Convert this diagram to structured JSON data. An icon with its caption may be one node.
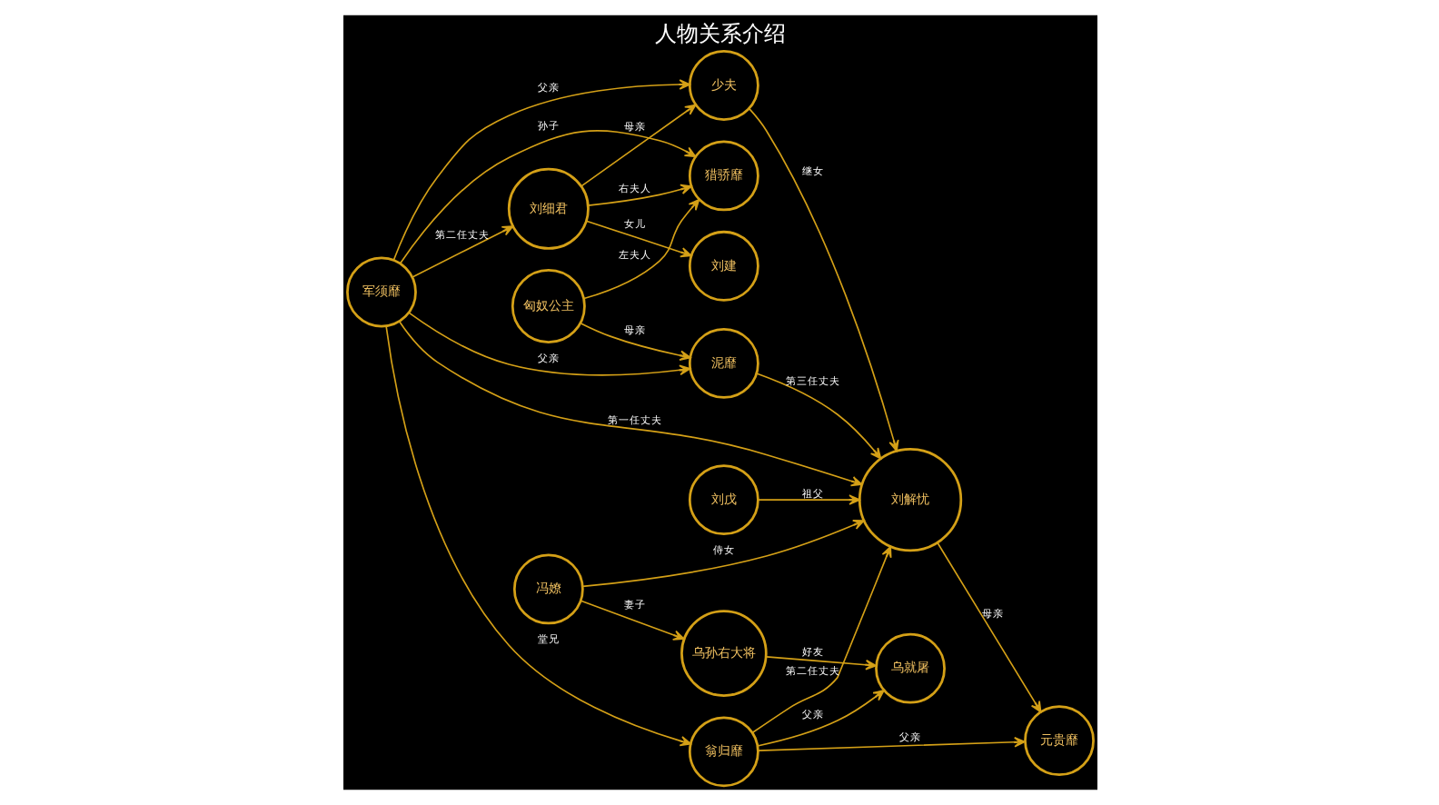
{
  "diagram": {
    "title": "人物关系介绍",
    "nodes": [
      {
        "text": [
          "匈奴公主"
        ]
      },
      {
        "text": [
          "猎骄靡"
        ]
      },
      {
        "text": [
          "刘建"
        ]
      },
      {
        "text": [
          "刘细君"
        ]
      },
      {
        "text": [
          "刘戊"
        ]
      },
      {
        "text": [
          "少夫"
        ]
      },
      {
        "text": [
          "刘解忧"
        ]
      },
      {
        "text": [
          "冯嫽"
        ]
      },
      {
        "text": [
          "乌孙右大将"
        ]
      },
      {
        "text": [
          "军须靡"
        ]
      },
      {
        "text": [
          "翁归靡"
        ]
      },
      {
        "text": [
          "泥靡"
        ]
      },
      {
        "text": [
          "元贵靡"
        ]
      },
      {
        "text": [
          "乌就屠"
        ]
      }
    ],
    "edges": [
      {
        "from": 0,
        "to": 1,
        "arrow": "to",
        "label": "左夫人"
      },
      {
        "from": 3,
        "to": 2,
        "arrow": "to",
        "label": "女儿"
      },
      {
        "from": 3,
        "to": 1,
        "arrow": "to",
        "label": "右夫人"
      },
      {
        "from": 3,
        "to": 5,
        "arrow": "to",
        "label": "母亲"
      },
      {
        "from": 9,
        "to": 1,
        "arrow": "to",
        "label": "孙子"
      },
      {
        "from": 9,
        "to": 3,
        "arrow": "to",
        "label": "第二任丈夫"
      },
      {
        "from": 9,
        "to": 5,
        "arrow": "to",
        "label": "父亲"
      },
      {
        "from": 5,
        "to": 6,
        "arrow": "to",
        "label": "继女"
      },
      {
        "from": 9,
        "to": 6,
        "arrow": "to",
        "label": "第一任丈夫"
      },
      {
        "from": 9,
        "to": 10,
        "arrow": "to",
        "label": "堂兄"
      },
      {
        "from": 0,
        "to": 11,
        "arrow": "to",
        "label": "母亲"
      },
      {
        "from": 9,
        "to": 11,
        "arrow": "to",
        "label": "父亲"
      },
      {
        "from": 11,
        "to": 6,
        "arrow": "to",
        "label": "第三任丈夫"
      },
      {
        "from": 4,
        "to": 6,
        "arrow": "to",
        "label": "祖父"
      },
      {
        "from": 7,
        "to": 6,
        "arrow": "to",
        "label": "侍女"
      },
      {
        "from": 7,
        "to": 8,
        "arrow": "to",
        "label": "妻子"
      },
      {
        "from": 10,
        "to": 6,
        "arrow": "to",
        "label": "第二任丈夫"
      },
      {
        "from": 6,
        "to": 12,
        "arrow": "to",
        "label": "母亲"
      },
      {
        "from": 10,
        "to": 12,
        "arrow": "to",
        "label": "父亲"
      },
      {
        "from": 10,
        "to": 13,
        "arrow": "to",
        "label": "父亲"
      },
      {
        "from": 8,
        "to": 13,
        "arrow": "to",
        "label": "好友"
      }
    ]
  }
}
